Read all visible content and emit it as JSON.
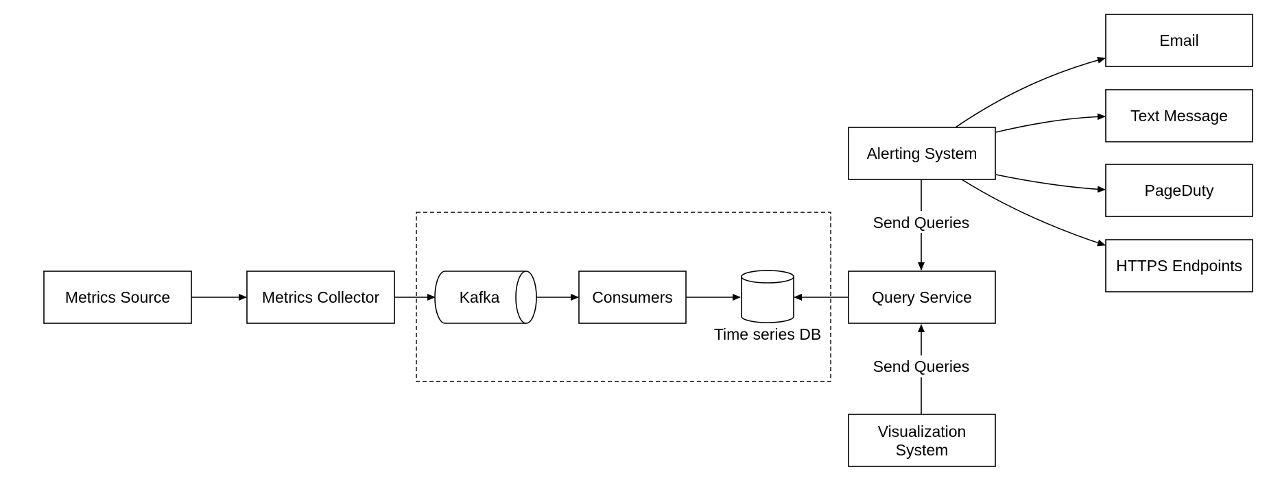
{
  "nodes": {
    "metrics_source": "Metrics Source",
    "metrics_collector": "Metrics Collector",
    "kafka": "Kafka",
    "consumers": "Consumers",
    "time_series_db": "Time series DB",
    "query_service": "Query Service",
    "alerting_system": "Alerting System",
    "visualization_system_line1": "Visualization",
    "visualization_system_line2": "System",
    "email": "Email",
    "text_message": "Text Message",
    "pageduty": "PageDuty",
    "https_endpoints": "HTTPS Endpoints"
  },
  "edges": {
    "alerting_to_query_label": "Send Queries",
    "visualization_to_query_label": "Send Queries"
  }
}
